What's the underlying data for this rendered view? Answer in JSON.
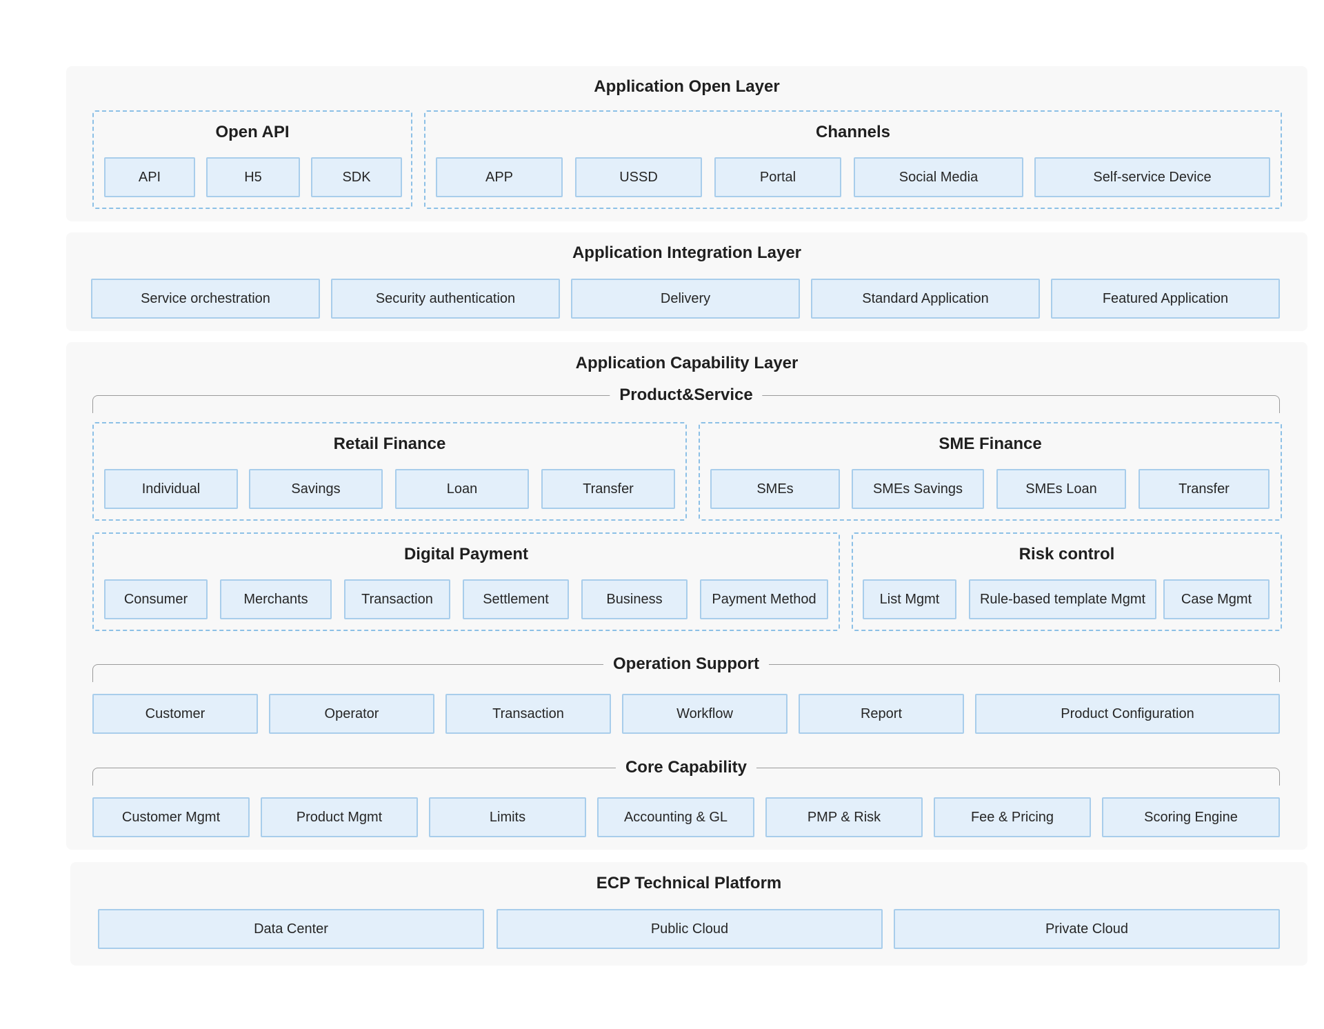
{
  "open_layer": {
    "title": "Application Open Layer",
    "open_api": {
      "title": "Open API",
      "items": [
        "API",
        "H5",
        "SDK"
      ]
    },
    "channels": {
      "title": "Channels",
      "items": [
        "APP",
        "USSD",
        "Portal",
        "Social Media",
        "Self-service Device"
      ]
    }
  },
  "integration_layer": {
    "title": "Application Integration Layer",
    "items": [
      "Service orchestration",
      "Security authentication",
      "Delivery",
      "Standard Application",
      "Featured Application"
    ]
  },
  "capability_layer": {
    "title": "Application Capability Layer",
    "product_service": {
      "title": "Product&Service",
      "retail_finance": {
        "title": "Retail Finance",
        "items": [
          "Individual",
          "Savings",
          "Loan",
          "Transfer"
        ]
      },
      "sme_finance": {
        "title": "SME Finance",
        "items": [
          "SMEs",
          "SMEs Savings",
          "SMEs Loan",
          "Transfer"
        ]
      },
      "digital_payment": {
        "title": "Digital Payment",
        "items": [
          "Consumer",
          "Merchants",
          "Transaction",
          "Settlement",
          "Business",
          "Payment Method"
        ]
      },
      "risk_control": {
        "title": "Risk control",
        "items": [
          "List Mgmt",
          "Rule-based template Mgmt",
          "Case Mgmt"
        ]
      }
    },
    "operation_support": {
      "title": "Operation Support",
      "items": [
        "Customer",
        "Operator",
        "Transaction",
        "Workflow",
        "Report",
        "Product Configuration"
      ]
    },
    "core_capability": {
      "title": "Core Capability",
      "items": [
        "Customer Mgmt",
        "Product Mgmt",
        "Limits",
        "Accounting & GL",
        "PMP & Risk",
        "Fee & Pricing",
        "Scoring Engine"
      ]
    }
  },
  "technical_platform": {
    "title": "ECP Technical Platform",
    "items": [
      "Data Center",
      "Public Cloud",
      "Private Cloud"
    ]
  },
  "colors": {
    "panel_bg": "#f8f8f8",
    "box_fill": "#e3effa",
    "box_border": "#a8cdeb",
    "dashed_border": "#8cc0e6"
  }
}
